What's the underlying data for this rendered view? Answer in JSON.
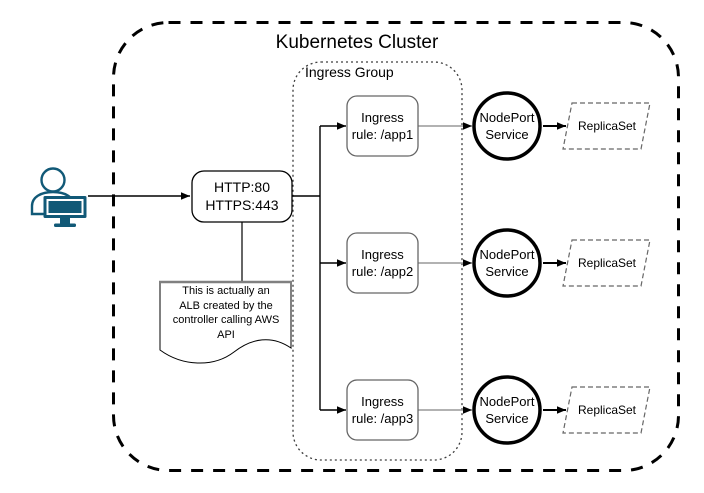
{
  "diagram": {
    "title": "Kubernetes Cluster",
    "ingress_group": {
      "label": "Ingress Group"
    },
    "load_balancer": {
      "line1": "HTTP:80",
      "line2": "HTTPS:443"
    },
    "note": {
      "lines": [
        "This is actually an",
        "ALB created by the",
        "controller calling AWS",
        "API"
      ]
    },
    "rows": [
      {
        "ingress": {
          "line1": "Ingress",
          "line2": "rule: /app1"
        },
        "service": {
          "line1": "NodePort",
          "line2": "Service"
        },
        "replicaset": "ReplicaSet"
      },
      {
        "ingress": {
          "line1": "Ingress",
          "line2": "rule: /app2"
        },
        "service": {
          "line1": "NodePort",
          "line2": "Service"
        },
        "replicaset": "ReplicaSet"
      },
      {
        "ingress": {
          "line1": "Ingress",
          "line2": "rule: /app3"
        },
        "service": {
          "line1": "NodePort",
          "line2": "Service"
        },
        "replicaset": "ReplicaSet"
      }
    ],
    "icons": {
      "user": "user-at-computer-icon"
    },
    "colors": {
      "user_icon": "#115977",
      "stroke": "#000000",
      "secondary_border": "#666666",
      "connector_gray": "#999999"
    }
  }
}
